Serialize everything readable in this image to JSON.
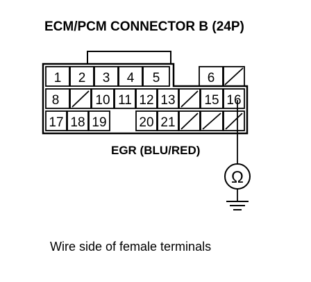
{
  "title": "ECM/PCM CONNECTOR B (24P)",
  "rows": [
    [
      {
        "label": "1"
      },
      {
        "label": "2"
      },
      {
        "label": "3"
      },
      {
        "label": "4"
      },
      {
        "label": "5"
      },
      {
        "label": ""
      },
      {
        "label": "6"
      },
      {
        "label": "",
        "blank": true
      }
    ],
    [
      {
        "label": "8"
      },
      {
        "label": "",
        "blank": true
      },
      {
        "label": "10"
      },
      {
        "label": "11"
      },
      {
        "label": "12"
      },
      {
        "label": "13"
      },
      {
        "label": "",
        "blank": true
      },
      {
        "label": "15"
      },
      {
        "label": "16"
      }
    ],
    [
      {
        "label": "17"
      },
      {
        "label": "18"
      },
      {
        "label": "19"
      },
      {
        "label": ""
      },
      {
        "label": "20"
      },
      {
        "label": "21"
      },
      {
        "label": "",
        "blank": true
      },
      {
        "label": "",
        "blank": true
      },
      {
        "label": "",
        "blank": true
      }
    ]
  ],
  "probe": {
    "terminal": "16",
    "wire_label": "EGR (BLU/RED)",
    "meter_symbol": "Ω"
  },
  "caption": "Wire side of female terminals"
}
